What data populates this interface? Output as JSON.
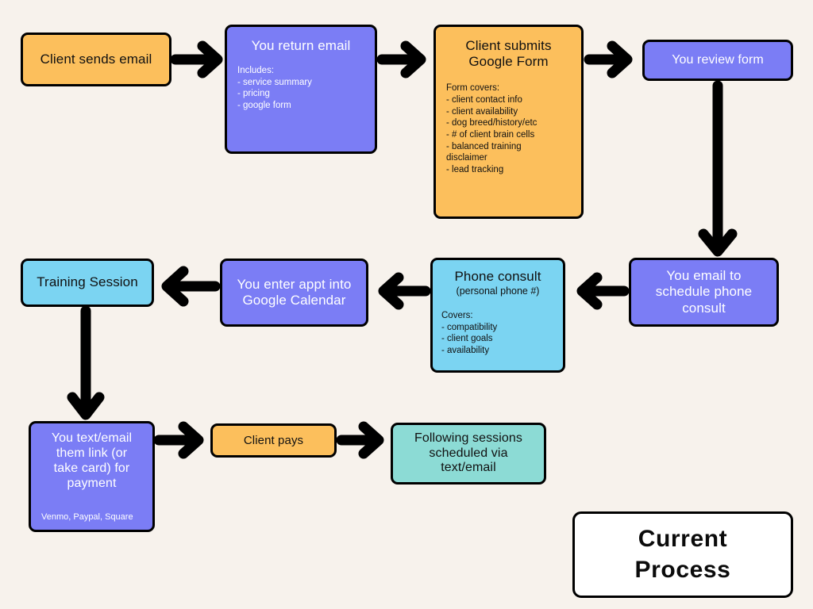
{
  "page": {
    "background_color": "#F7F2EC",
    "title_card": {
      "label": "Current\nProcess",
      "fill": "#FFFFFF"
    }
  },
  "palette": {
    "orange": "#FCBF5C",
    "purple": "#7B7DF5",
    "blue": "#7BD4F2",
    "teal": "#8CDBD5",
    "white": "#FFFFFF",
    "outline": "#000000",
    "background": "#F7F2EC"
  },
  "chart_data": {
    "type": "diagram",
    "title": "Current Process",
    "nodes": [
      {
        "id": "client-sends-email",
        "label": "Client sends email",
        "fill": "#FCBF5C"
      },
      {
        "id": "you-return-email",
        "label": "You return email",
        "fill": "#7B7DF5",
        "body": "Includes:\n- service summary\n- pricing\n- google form"
      },
      {
        "id": "client-submits-form",
        "label": "Client submits\nGoogle Form",
        "fill": "#FCBF5C",
        "body": "Form covers:\n- client contact info\n- client availability\n- dog breed/history/etc\n- # of client brain cells\n- balanced training\ndisclaimer\n- lead tracking"
      },
      {
        "id": "you-review-form",
        "label": "You review form",
        "fill": "#7B7DF5"
      },
      {
        "id": "you-email-schedule",
        "label": "You email to\nschedule phone\nconsult",
        "fill": "#7B7DF5"
      },
      {
        "id": "phone-consult",
        "label": "Phone consult",
        "fill": "#7BD4F2",
        "subtitle": "(personal phone #)",
        "body": "Covers:\n- compatibility\n- client goals\n- availability"
      },
      {
        "id": "enter-appt",
        "label": "You enter appt into\nGoogle Calendar",
        "fill": "#7B7DF5"
      },
      {
        "id": "training-session",
        "label": "Training Session",
        "fill": "#7BD4F2"
      },
      {
        "id": "payment",
        "label": "You text/email\nthem link (or\ntake card) for\npayment",
        "fill": "#7B7DF5",
        "subtitle": "Venmo, Paypal, Square"
      },
      {
        "id": "client-pays",
        "label": "Client pays",
        "fill": "#FCBF5C"
      },
      {
        "id": "following-sessions",
        "label": "Following sessions\nscheduled via\ntext/email",
        "fill": "#8CDBD5"
      }
    ],
    "edges": [
      {
        "from": "client-sends-email",
        "to": "you-return-email",
        "direction": "right"
      },
      {
        "from": "you-return-email",
        "to": "client-submits-form",
        "direction": "right"
      },
      {
        "from": "client-submits-form",
        "to": "you-review-form",
        "direction": "right"
      },
      {
        "from": "you-review-form",
        "to": "you-email-schedule",
        "direction": "down"
      },
      {
        "from": "you-email-schedule",
        "to": "phone-consult",
        "direction": "left"
      },
      {
        "from": "phone-consult",
        "to": "enter-appt",
        "direction": "left"
      },
      {
        "from": "enter-appt",
        "to": "training-session",
        "direction": "left"
      },
      {
        "from": "training-session",
        "to": "payment",
        "direction": "down"
      },
      {
        "from": "payment",
        "to": "client-pays",
        "direction": "right"
      },
      {
        "from": "client-pays",
        "to": "following-sessions",
        "direction": "right"
      }
    ]
  }
}
